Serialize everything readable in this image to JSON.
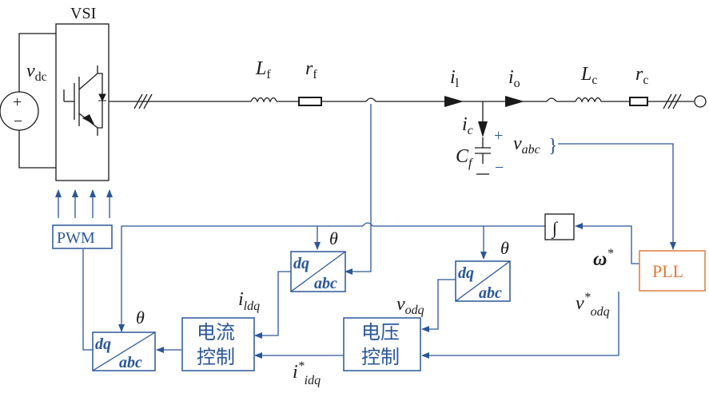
{
  "vsi": {
    "title": "VSI"
  },
  "source": {
    "label_main": "v",
    "label_sub": "dc",
    "plus": "+",
    "minus": "−"
  },
  "filter": {
    "lf_main": "L",
    "lf_sub": "f",
    "rf_main": "r",
    "rf_sub": "f"
  },
  "currents": {
    "il_main": "i",
    "il_sub": "l",
    "io_main": "i",
    "io_sub": "o",
    "ic_main": "i",
    "ic_sub": "c"
  },
  "line": {
    "lc_main": "L",
    "lc_sub": "c",
    "rc_main": "r",
    "rc_sub": "c"
  },
  "capacitor": {
    "cf_main": "C",
    "cf_sub": "f",
    "plus": "+",
    "minus": "−",
    "vabc_main": "v",
    "vabc_sub": "abc",
    "brace": "}"
  },
  "blocks": {
    "pwm": "PWM",
    "pll": "PLL",
    "integrator": "∫",
    "current_ctrl": [
      "电流",
      "控制"
    ],
    "voltage_ctrl": [
      "电压",
      "控制"
    ],
    "transform_top": "dq",
    "transform_bottom": "abc"
  },
  "signals": {
    "theta": "θ",
    "omega_main": "ω",
    "omega_sup": "*",
    "vodq_ref_main": "v",
    "vodq_ref_sup": "*",
    "vodq_ref_sub": "odq",
    "ildq_main": "i",
    "ildq_sub": "ldq",
    "vodq_main": "v",
    "vodq_sub": "odq",
    "iidq_main": "i",
    "iidq_sup": "*",
    "iidq_sub": "idq"
  },
  "colors": {
    "line": "#1a1a1a",
    "control": "#2b5797",
    "pll": "#e07a3a"
  }
}
